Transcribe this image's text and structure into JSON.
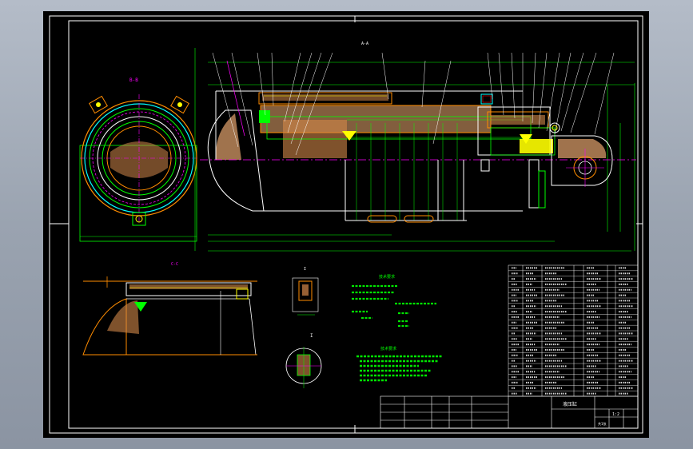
{
  "colors": {
    "background": "#000000",
    "frame": "#ffffff",
    "part_outline": "#ff8c00",
    "dimension": "#00ff00",
    "leader": "#ffffff",
    "cylinder_wall": "#ffffff",
    "magenta_line": "#ff00ff",
    "cyan_line": "#00ffff",
    "yellow_line": "#ffff00",
    "hatch_fill": "#d4884a",
    "piston_fill": "#c89060",
    "table_lines": "#ffffff"
  },
  "views": {
    "section_bb_label": "B-B",
    "section_cc_label": "C-C",
    "main_label": "A-A",
    "detail_label": "I"
  },
  "notes": {
    "title": "技术要求"
  },
  "title_block": {
    "drawing_name": "液压缸",
    "scale": "1:2",
    "sheet": "共1张"
  }
}
